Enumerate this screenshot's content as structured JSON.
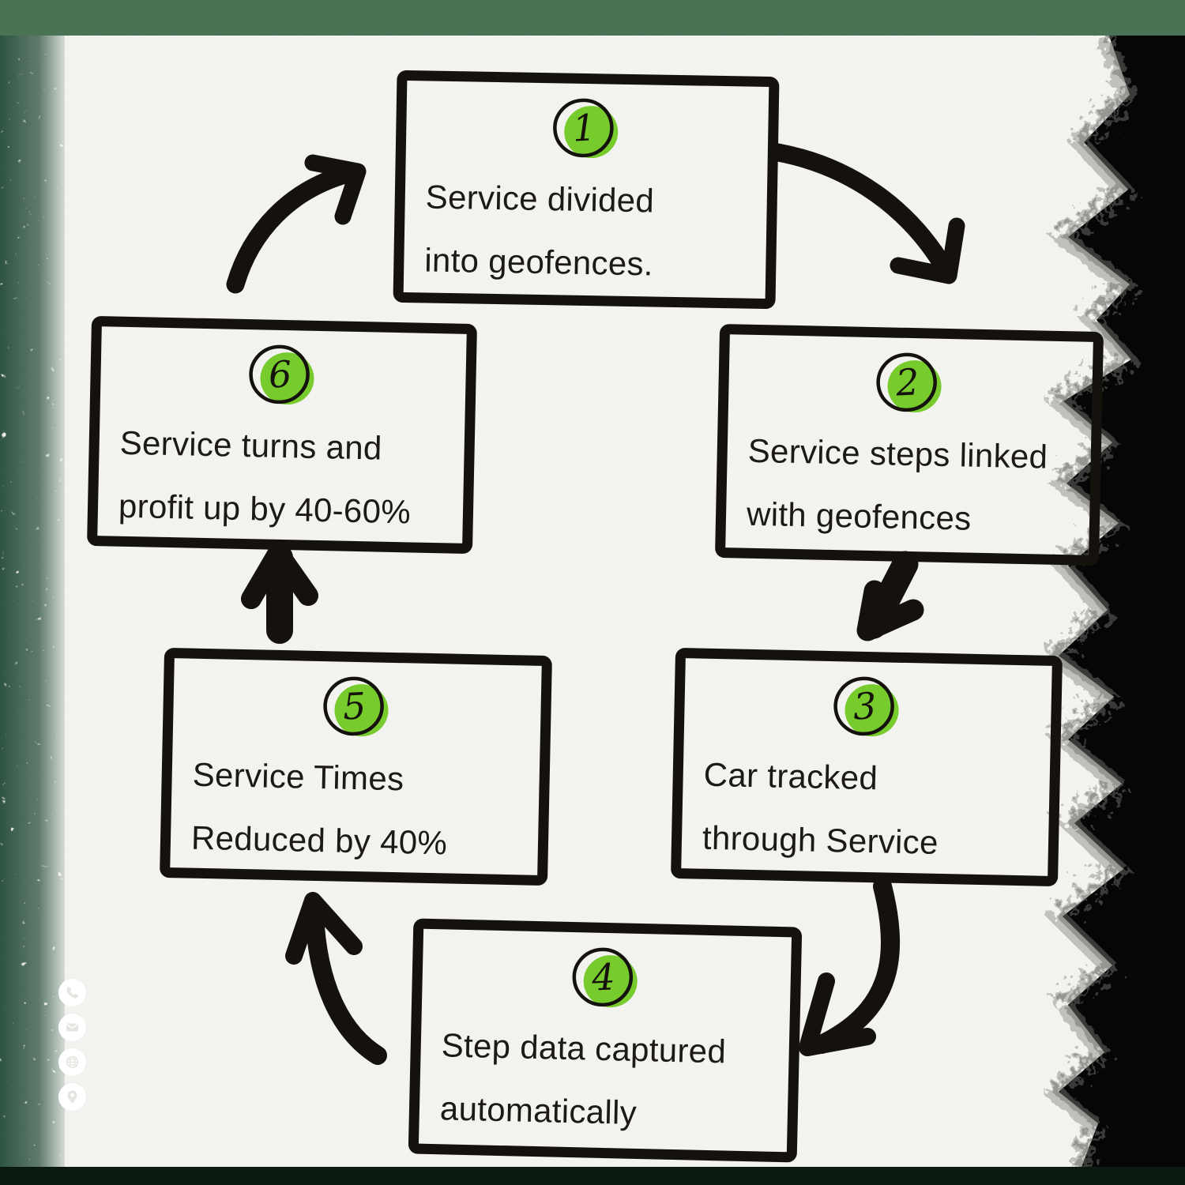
{
  "diagram": {
    "description": "Six-step circular process flow on torn paper background",
    "steps": [
      {
        "number": "1",
        "line1": "Service divided",
        "line2": "into geofences."
      },
      {
        "number": "2",
        "line1": "Service steps linked",
        "line2": "with geofences"
      },
      {
        "number": "3",
        "line1": "Car tracked",
        "line2": "through Service"
      },
      {
        "number": "4",
        "line1": "Step data captured",
        "line2": "automatically"
      },
      {
        "number": "5",
        "line1": "Service Times",
        "line2": "Reduced by 40%"
      },
      {
        "number": "6",
        "line1": "Service turns and",
        "line2": "profit up by 40-60%"
      }
    ],
    "flow": [
      "1→2",
      "2→3",
      "3→4",
      "4→5",
      "5→6",
      "6→1"
    ]
  },
  "colors": {
    "badge_green": "#77cb2d",
    "ink_black": "#15120e",
    "paper_white": "#f5f5f2",
    "top_bar_green": "#4a7254",
    "bottom_bar_dark": "#0b1a11",
    "torn_edge_black": "#060606",
    "left_speckle_green": "#2e5342"
  },
  "contact_sidebar": {
    "icons": [
      {
        "name": "phone-icon"
      },
      {
        "name": "email-icon"
      },
      {
        "name": "globe-icon"
      },
      {
        "name": "location-pin-icon"
      }
    ]
  }
}
